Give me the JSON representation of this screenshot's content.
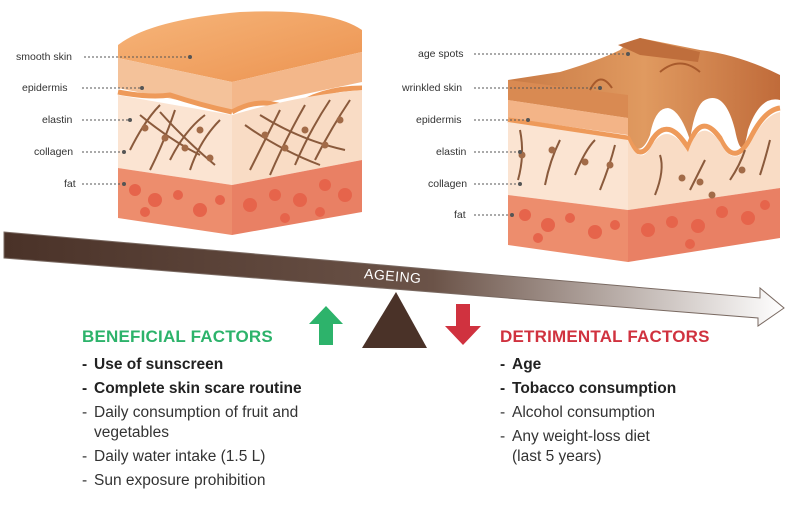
{
  "young_skin": {
    "labels": [
      "smooth skin",
      "epidermis",
      "elastin",
      "collagen",
      "fat"
    ]
  },
  "aged_skin": {
    "labels": [
      "age spots",
      "wrinkled skin",
      "epidermis",
      "elastin",
      "collagen",
      "fat"
    ]
  },
  "timeline": {
    "label": "AGEING"
  },
  "beneficial": {
    "title": "BENEFICIAL FACTORS",
    "items": [
      {
        "text": "Use of sunscreen",
        "bold": true
      },
      {
        "text": "Complete skin scare routine",
        "bold": true
      },
      {
        "text": "Daily consumption of fruit and",
        "cont": "vegetables",
        "bold": false
      },
      {
        "text": "Daily water intake (1.5 L)",
        "bold": false
      },
      {
        "text": "Sun exposure prohibition",
        "bold": false
      }
    ]
  },
  "detrimental": {
    "title": "DETRIMENTAL FACTORS",
    "items": [
      {
        "text": "Age",
        "bold": true
      },
      {
        "text": "Tobacco consumption",
        "bold": true
      },
      {
        "text": "Alcohol consumption",
        "bold": false
      },
      {
        "text": "Any weight-loss diet",
        "cont": "(last 5 years)",
        "bold": false
      }
    ]
  },
  "colors": {
    "beneficial": "#2db36b",
    "detrimental": "#d0323f",
    "arrow_dark": "#4a3228",
    "skin_top": "#f0a060"
  }
}
